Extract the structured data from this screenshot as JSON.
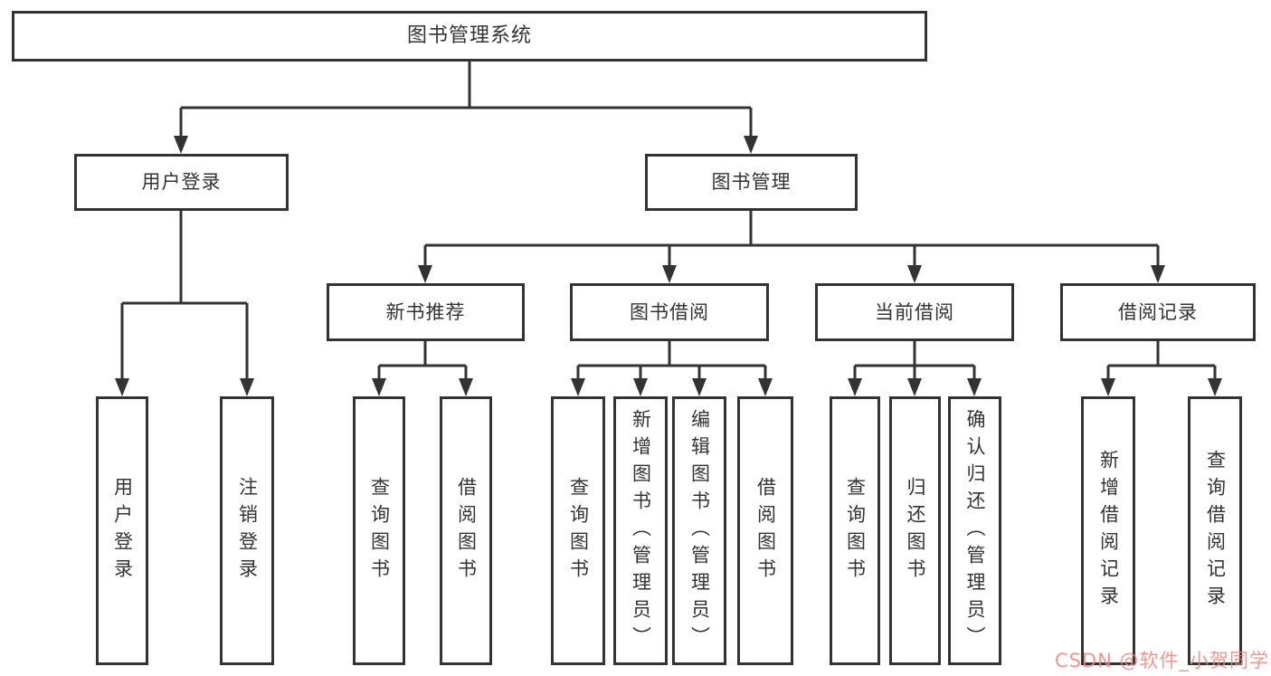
{
  "diagram_title": "图书管理系统",
  "tree": {
    "label": "图书管理系统",
    "children": [
      {
        "label": "用户登录",
        "children": [
          {
            "label": "用户登录"
          },
          {
            "label": "注销登录"
          }
        ]
      },
      {
        "label": "图书管理",
        "children": [
          {
            "label": "新书推荐",
            "children": [
              {
                "label": "查询图书"
              },
              {
                "label": "借阅图书"
              }
            ]
          },
          {
            "label": "图书借阅",
            "children": [
              {
                "label": "查询图书"
              },
              {
                "label": "新增图书（管理员）"
              },
              {
                "label": "编辑图书（管理员）"
              },
              {
                "label": "借阅图书"
              }
            ]
          },
          {
            "label": "当前借阅",
            "children": [
              {
                "label": "查询图书"
              },
              {
                "label": "归还图书"
              },
              {
                "label": "确认归还（管理员）"
              }
            ]
          },
          {
            "label": "借阅记录",
            "children": [
              {
                "label": "新增借阅记录"
              },
              {
                "label": "查询借阅记录"
              }
            ]
          }
        ]
      }
    ]
  },
  "watermark": {
    "text": "CSDN @软件_小贺同学",
    "color": "#f0857d"
  },
  "colors": {
    "line": "#333333",
    "text": "#333333",
    "background": "#ffffff",
    "watermark": "#f0857d"
  }
}
